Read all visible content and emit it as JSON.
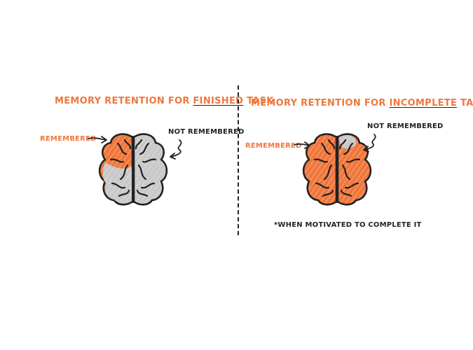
{
  "left": {
    "title_prefix": "MEMORY RETENTION FOR ",
    "title_highlight": "FINISHED",
    "title_suffix": " TASK",
    "label_remembered": "REMEMBERED",
    "label_not_remembered": "NOT REMEMBERED"
  },
  "right": {
    "title_prefix": "MEMORY RETENTION FOR ",
    "title_highlight": "INCOMPLETE",
    "title_suffix": " TASK*",
    "label_remembered": "REMEMBERED",
    "label_not_remembered": "NOT REMEMBERED",
    "footnote": "*WHEN MOTIVATED TO COMPLETE IT"
  },
  "colors": {
    "accent": "#f0773c",
    "gray": "#c9c9c9",
    "ink": "#222222"
  }
}
